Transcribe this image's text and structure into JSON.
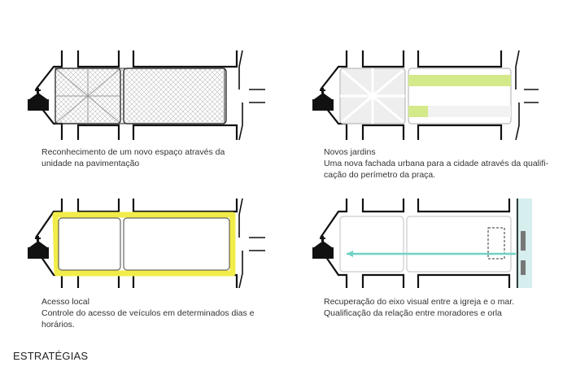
{
  "colors": {
    "road_outline": "#111111",
    "block_outline": "#222222",
    "hatch": "#bdbdbd",
    "garden": "#d4e98a",
    "access_highlight": "#f2ec4a",
    "visual_axis": "#6fd3c6",
    "sea": "#d7eeee",
    "church": "#111111"
  },
  "panels": [
    {
      "id": "pavement",
      "icons": [
        "church-icon",
        "hatched-square-pattern"
      ],
      "caption": [
        "Reconhecimento de um novo espaço através da",
        "unidade na pavimentação"
      ]
    },
    {
      "id": "gardens",
      "icons": [
        "church-icon",
        "garden-strip"
      ],
      "caption": [
        "Novos jardins",
        "Uma nova fachada urbana para a cidade através da qualifi-",
        "cação do perímetro da praça."
      ]
    },
    {
      "id": "access",
      "icons": [
        "church-icon",
        "yellow-access-ring"
      ],
      "caption": [
        "Acesso local",
        "Controle do acesso de veículos em determinados dias e",
        "horários."
      ]
    },
    {
      "id": "axis",
      "icons": [
        "church-icon",
        "visual-axis-arrow",
        "sea-edge"
      ],
      "caption": [
        "Recuperação do eixo visual entre a igreja e o mar.",
        "Qualificação da relação entre moradores e orla"
      ]
    }
  ],
  "footer": {
    "title": "ESTRATÉGIAS"
  }
}
